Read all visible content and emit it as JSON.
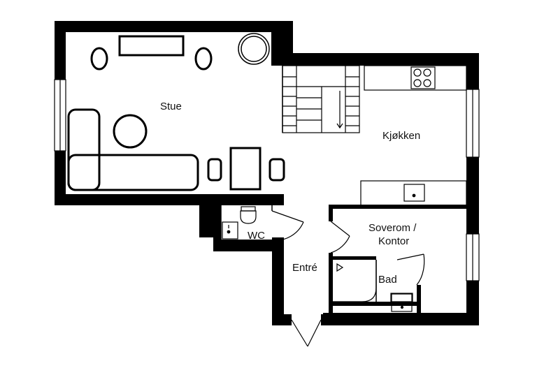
{
  "rooms": {
    "stue": "Stue",
    "kjokken": "Kjøkken",
    "wc": "WC",
    "soverom_line1": "Soverom /",
    "soverom_line2": "Kontor",
    "entre": "Entré",
    "bad": "Bad"
  },
  "colors": {
    "wall": "#000000",
    "background": "#ffffff",
    "line": "#000000"
  },
  "icons": [
    "stove-icon",
    "sink-icon",
    "toilet-icon",
    "washbasin-icon",
    "shower-drain-icon",
    "stairs-arrow-icon"
  ]
}
